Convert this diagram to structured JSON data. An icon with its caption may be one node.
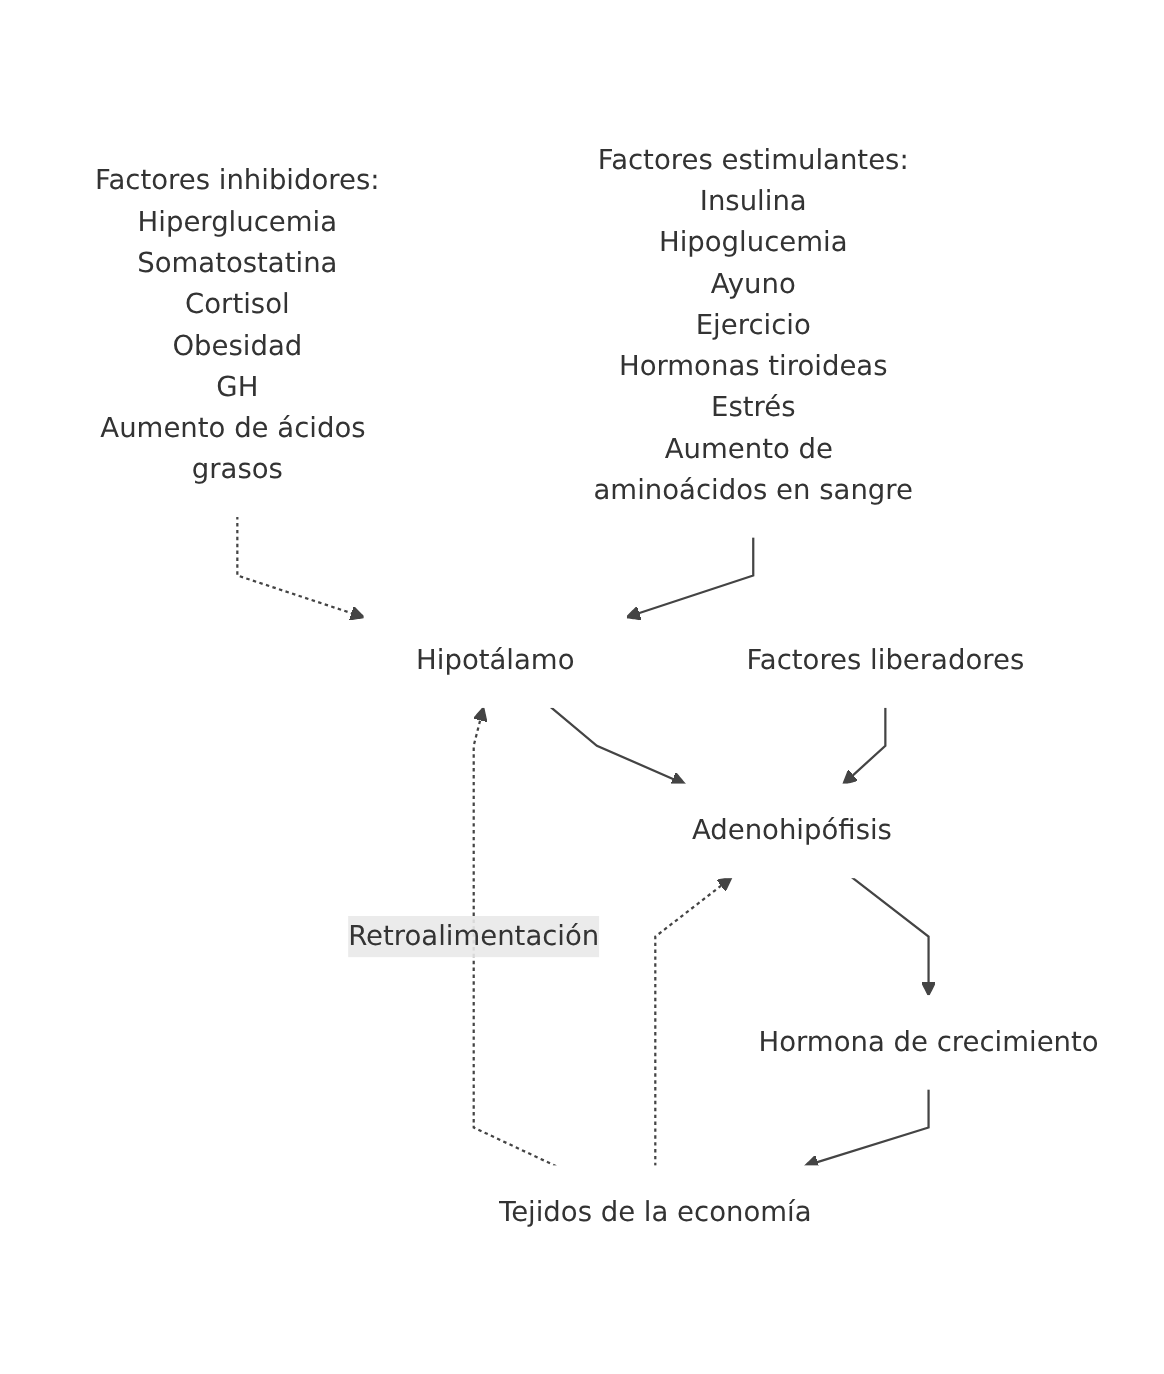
{
  "diagram": {
    "nodes": [
      {
        "text": [
          "Factores estimulantes:",
          "Insulina",
          "Hipoglucemia",
          "Ayuno",
          "Ejercicio",
          "Hormonas tiroideas",
          "Estrés",
          "Aumento de aminoácidos en sangre"
        ]
      },
      {
        "text": [
          "Factores inhibidores:",
          "Hiperglucemia",
          "Somatostatina",
          "Cortisol",
          "Obesidad",
          "GH",
          "Aumento de ácidos grasos"
        ]
      },
      {
        "text": [
          "Hipotálamo"
        ]
      },
      {
        "text": [
          "Factores liberadores"
        ]
      },
      {
        "text": [
          "Adenohipófisis"
        ]
      },
      {
        "text": [
          "Hormona de crecimiento"
        ]
      },
      {
        "text": [
          "Tejidos de la economía"
        ]
      }
    ],
    "edges": [
      {
        "from": 0,
        "to": 2,
        "arrow": "to"
      },
      {
        "from": 1,
        "to": 2,
        "arrow": "to",
        "style": "dashed"
      },
      {
        "from": 2,
        "to": 4,
        "arrow": "to"
      },
      {
        "from": 3,
        "to": 4,
        "arrow": "to"
      },
      {
        "from": 4,
        "to": 5,
        "arrow": "to"
      },
      {
        "from": 5,
        "to": 6,
        "arrow": "to"
      },
      {
        "from": 6,
        "to": 2,
        "arrow": "to",
        "style": "dashed",
        "label": "Retroalimentación"
      },
      {
        "from": 6,
        "to": 4,
        "arrow": "to",
        "style": "dashed"
      }
    ]
  }
}
